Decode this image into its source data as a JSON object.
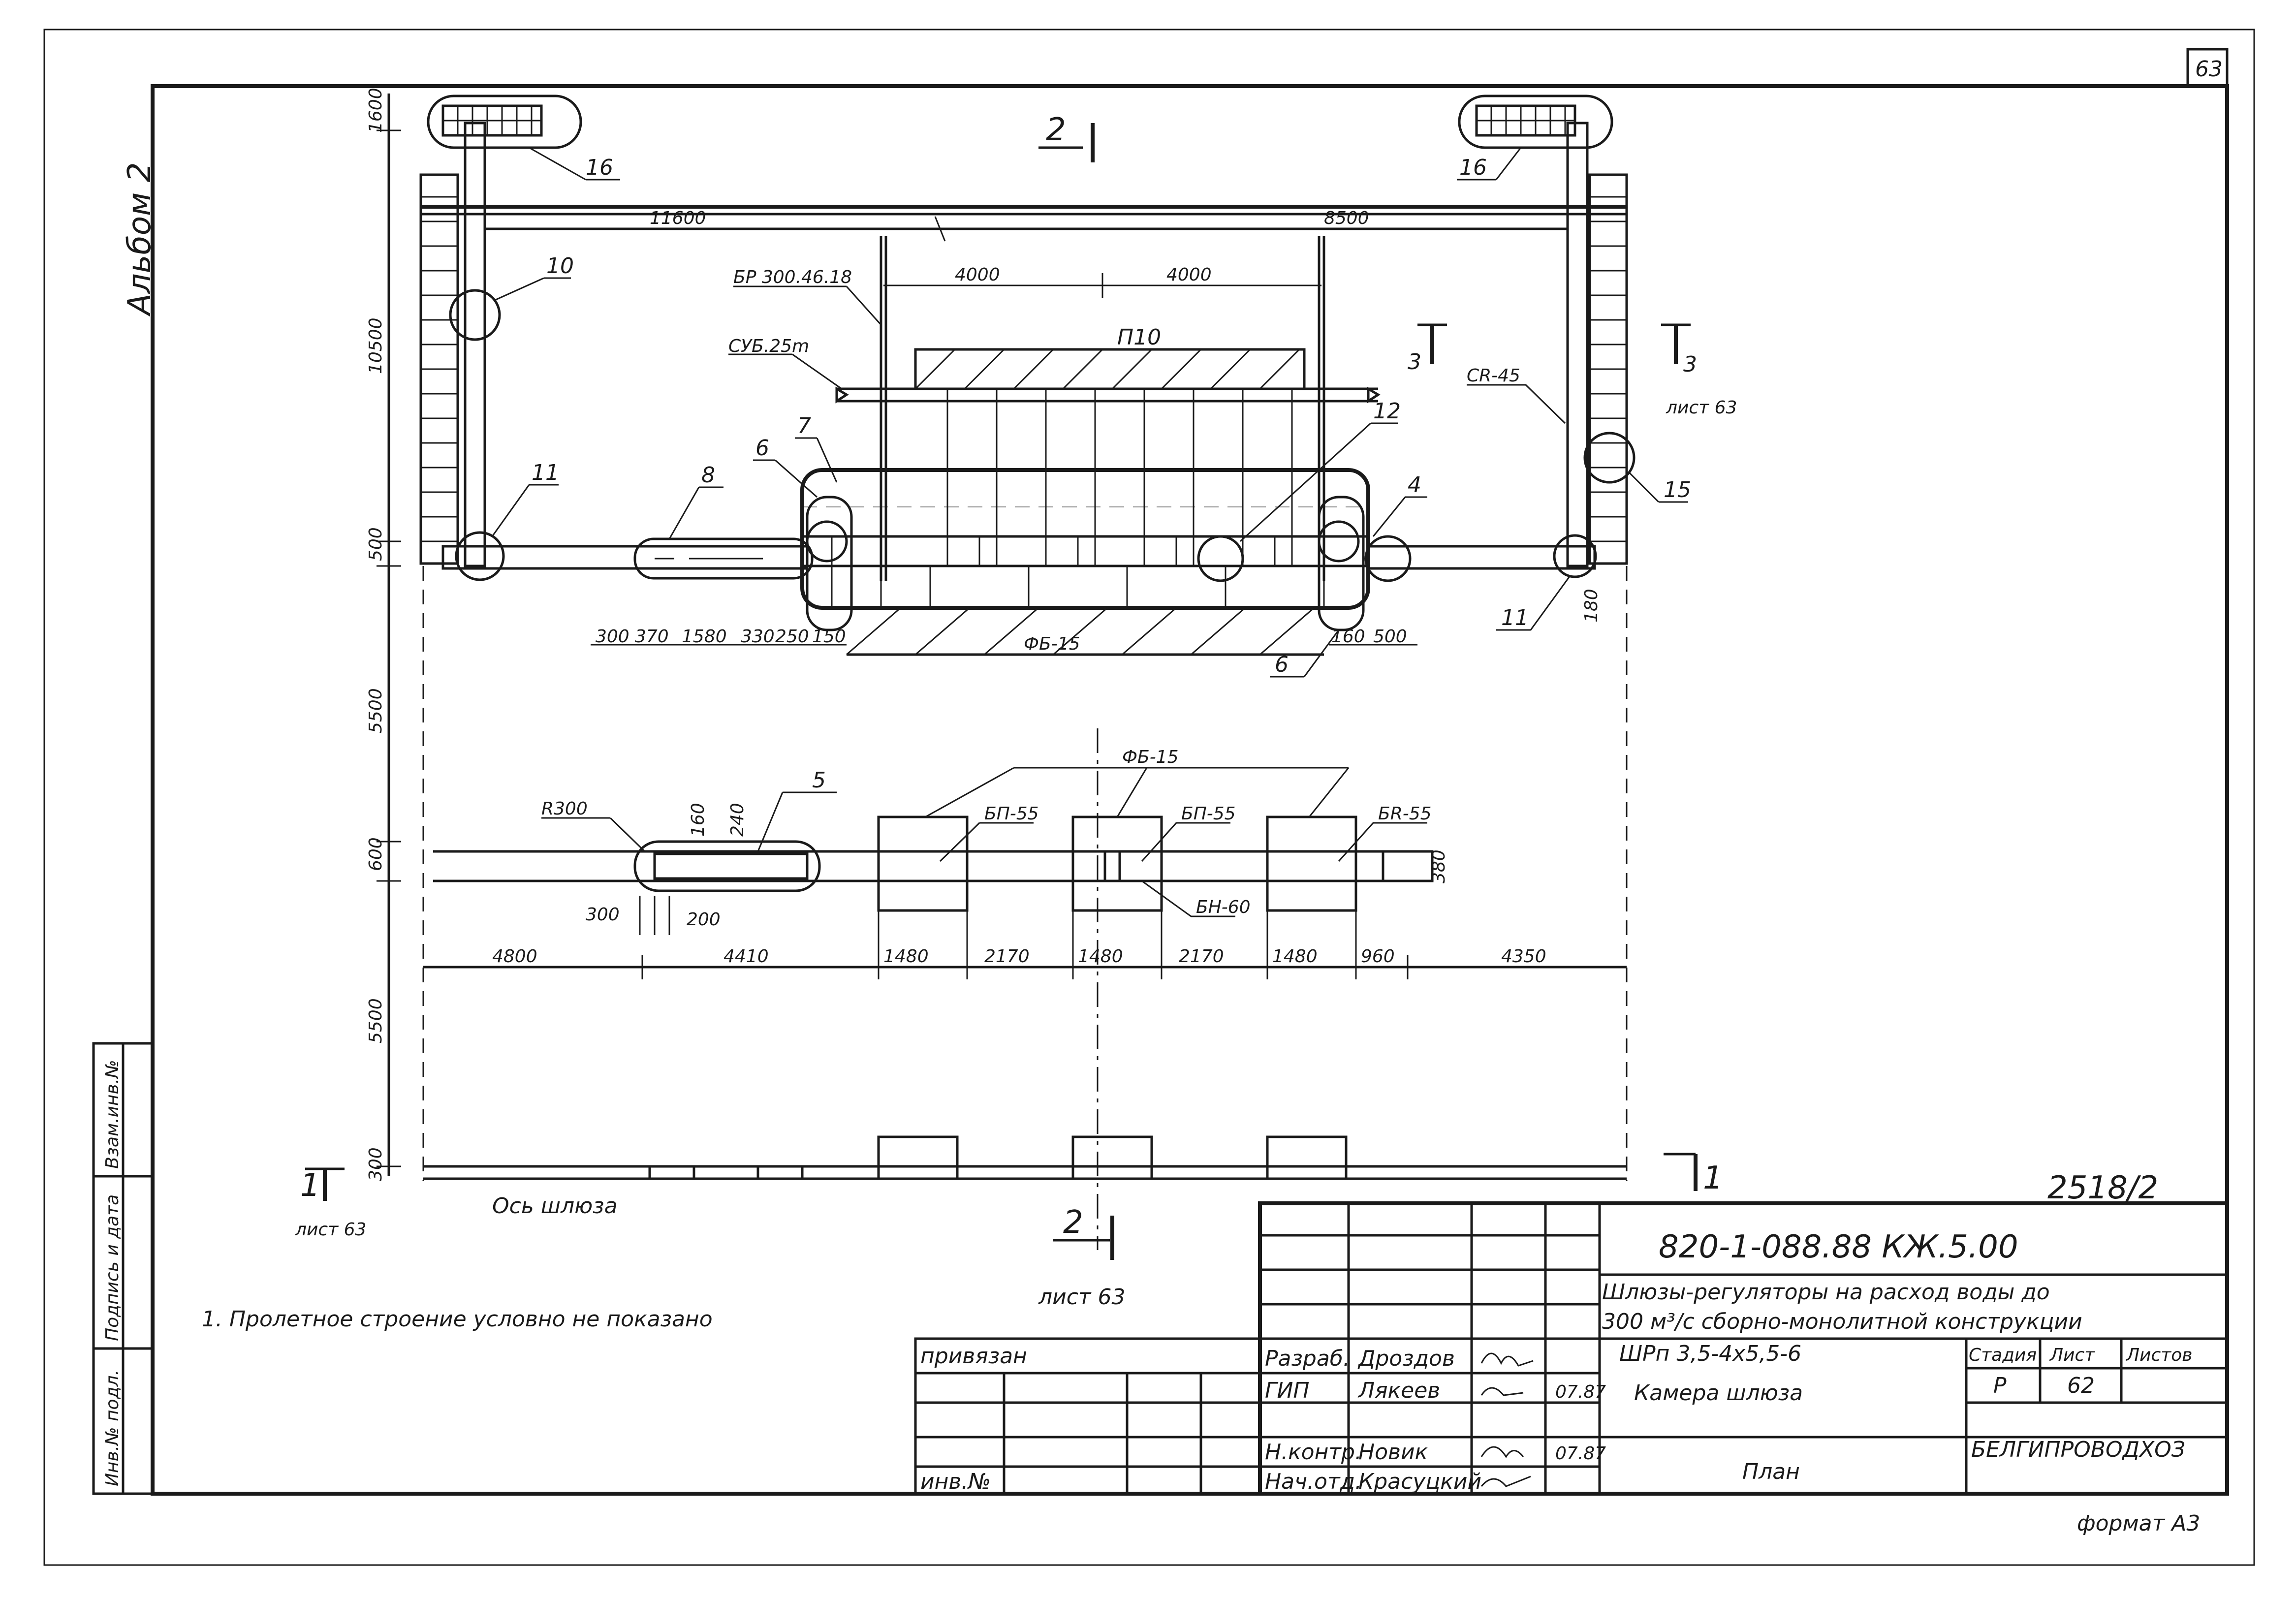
{
  "sheet": {
    "page_number": "63",
    "album": "Альбом 2",
    "stamp": "2518/2",
    "format": "формат А3"
  },
  "title_block": {
    "code": "820-1-088.88 КЖ.5.00",
    "title_line1": "Шлюзы-регуляторы на расход воды до",
    "title_line2": "300 м³/с сборно-монолитной конструкции",
    "type_code": "ШРп 3,5-4х5,5-6",
    "part_name": "Камера шлюза",
    "drawing_name": "План",
    "col_stage": "Стадия",
    "col_sheet": "Лист",
    "col_sheets": "Листов",
    "stage": "Р",
    "sheet_no": "62",
    "organization": "БЕЛГИПРОВОДХОЗ",
    "bound_label": "привязан",
    "inv_label": "инв.№",
    "roles": [
      "Разраб.",
      "ГИП",
      "Н.контр.",
      "Нач.отд."
    ],
    "names": [
      "Дроздов",
      "Лякеев",
      "Новик",
      "Красуцкий"
    ],
    "dates": [
      "",
      "07.87",
      "07.87",
      ""
    ]
  },
  "side_stamps": {
    "inv_orig": "Инв.№ подл.",
    "signature_date": "Подпись и дата",
    "replace_inv": "Взам.инв.№"
  },
  "note": "1. Пролетное строение условно не показано",
  "labels": {
    "axis_label": "Ось шлюза",
    "sheet_ref": "лист 63",
    "ref_1": "1",
    "ref_2": "2",
    "ref_3": "3",
    "call_16a": "16",
    "call_16b": "16",
    "call_10": "10",
    "call_11a": "11",
    "call_11b": "11",
    "call_8": "8",
    "call_6a": "6",
    "call_6b": "6",
    "call_7": "7",
    "call_4": "4",
    "call_12": "12",
    "call_15": "15",
    "call_5": "5",
    "bp": "БР 300.46.18",
    "cub": "СУБ.25m",
    "p10": "П10",
    "sr45": "СR-45",
    "fb15a": "ФБ-15",
    "fb15b": "ФБ-15",
    "bp55a": "БП-55",
    "bp55b": "БП-55",
    "br55": "БR-55",
    "bn60": "БН-60",
    "r300": "R300"
  },
  "dimensions": {
    "d11600": "11600",
    "d8500": "8500",
    "d4000a": "4000",
    "d4000b": "4000",
    "v1600": "1600",
    "v10500": "10500",
    "v500": "500",
    "v5500a": "5500",
    "v600": "600",
    "v5500b": "5500",
    "v300": "300",
    "s300": "300",
    "s370": "370",
    "s1580": "1580",
    "s330": "330",
    "s250": "250",
    "s150": "150",
    "s160": "160",
    "s500": "500",
    "s180": "180",
    "s160b": "160",
    "s240": "240",
    "s300b": "300",
    "s200": "200",
    "s380": "380",
    "b4800": "4800",
    "b4410": "4410",
    "b1480a": "1480",
    "b2170a": "2170",
    "b1480b": "1480",
    "b2170b": "2170",
    "b1480c": "1480",
    "b960": "960",
    "b4350": "4350"
  }
}
